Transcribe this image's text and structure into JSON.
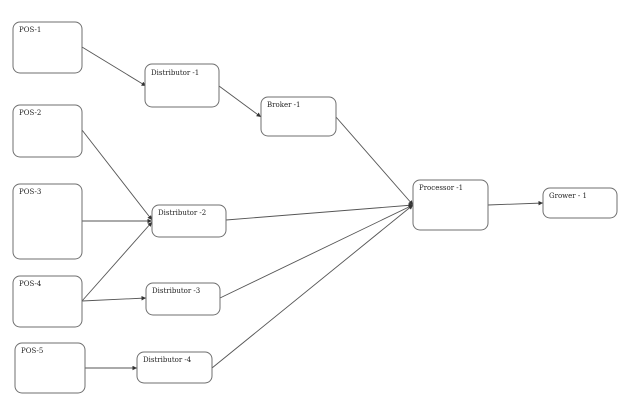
{
  "nodes": {
    "pos1": "POS-1",
    "pos2": "POS-2",
    "pos3": "POS-3",
    "pos4": "POS-4",
    "pos5": "POS-5",
    "dist1": "Distributor -1",
    "dist2": "Distributor -2",
    "dist3": "Distributor -3",
    "dist4": "Distributor -4",
    "broker1": "Broker -1",
    "processor1": "Processor -1",
    "grower1": "Grower - 1"
  },
  "edges": [
    [
      "pos1",
      "dist1"
    ],
    [
      "pos2",
      "dist2"
    ],
    [
      "pos3",
      "dist2"
    ],
    [
      "pos4",
      "dist2"
    ],
    [
      "pos4",
      "dist3"
    ],
    [
      "pos5",
      "dist4"
    ],
    [
      "dist1",
      "broker1"
    ],
    [
      "broker1",
      "processor1"
    ],
    [
      "dist2",
      "processor1"
    ],
    [
      "dist3",
      "processor1"
    ],
    [
      "dist4",
      "processor1"
    ],
    [
      "processor1",
      "grower1"
    ]
  ]
}
